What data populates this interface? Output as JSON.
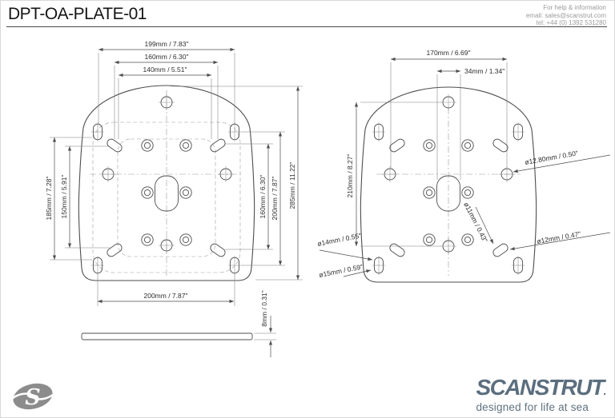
{
  "header": {
    "title": "DPT-OA-PLATE-01",
    "help": [
      "For help & information",
      "email: sales@scanstrut.com",
      "tel:  +44 (0) 1392 531280"
    ]
  },
  "front_view": {
    "width_outer": "199mm / 7.83\"",
    "width_mid": "160mm / 6.30\"",
    "width_inner": "140mm / 5.51\"",
    "height_left_outer": "185mm / 7.28\"",
    "height_left_inner": "150mm / 5.91\"",
    "height_right_inner": "160mm / 6.30\"",
    "height_right_mid": "200mm / 7.87\"",
    "height_right_outer": "285mm / 11.22\"",
    "width_bottom": "200mm / 7.87\""
  },
  "side_view": {
    "thickness": "8mm / 0.31\""
  },
  "back_view": {
    "width_outer": "170mm / 6.69\"",
    "width_center": "34mm / 1.34\"",
    "height_left": "210mm / 8.27\"",
    "dia_side_hole": "ø12.80mm / 0.50\"",
    "dia_slot_a": "ø11mm / 0.43\"",
    "dia_slot_b": "ø12mm / 0.47\"",
    "dia_corner_a": "ø14mm / 0.55\"",
    "dia_corner_b": "ø15mm / 0.59\""
  },
  "footer": {
    "logo_letter": "S",
    "brand": "SCANSTRUT",
    "brand_suffix": ".",
    "tagline": "designed for life at sea",
    "brand_color": "#5b6e7e"
  }
}
